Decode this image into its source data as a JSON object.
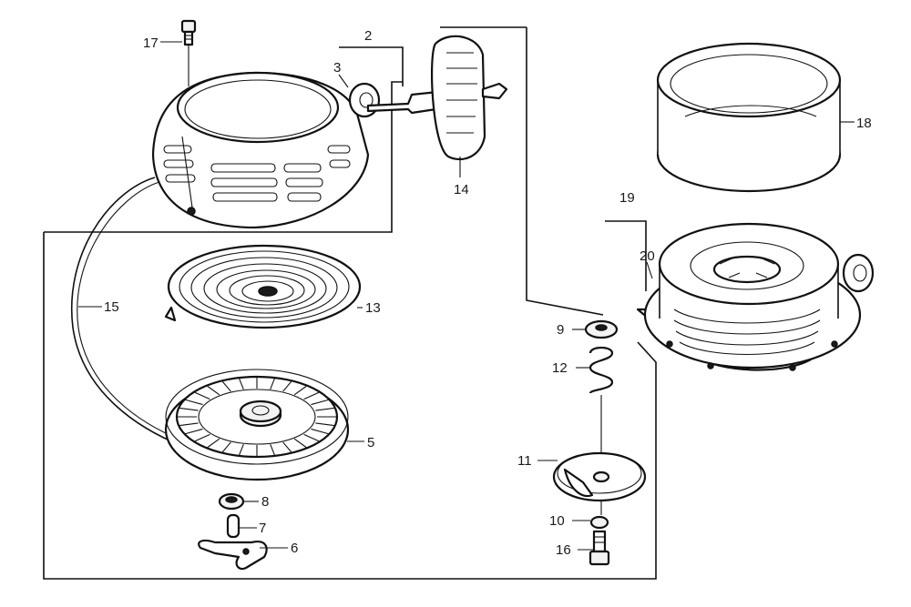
{
  "callouts": {
    "c2": "2",
    "c3": "3",
    "c5": "5",
    "c6": "6",
    "c7": "7",
    "c8": "8",
    "c9": "9",
    "c10": "10",
    "c11": "11",
    "c12": "12",
    "c13": "13",
    "c14": "14",
    "c15": "15",
    "c16": "16",
    "c17": "17",
    "c18": "18",
    "c19": "19",
    "c20": "20"
  },
  "colors": {
    "ink": "#111111",
    "paper": "#ffffff"
  }
}
